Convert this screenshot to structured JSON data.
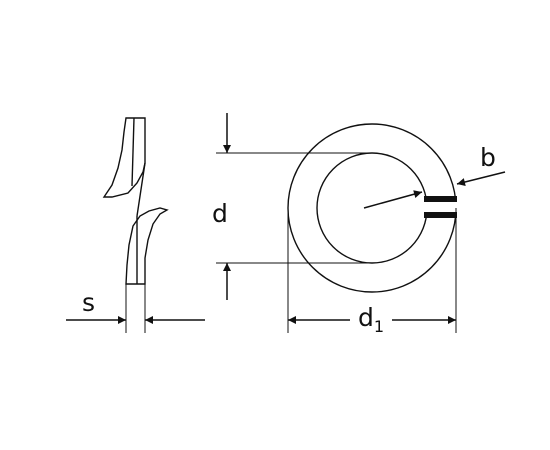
{
  "labels": {
    "s": "s",
    "d": "d",
    "d1_main": "d",
    "d1_sub": "1",
    "b": "b"
  },
  "colors": {
    "line": "#111111",
    "background": "#ffffff",
    "gap_fill": "#111111"
  },
  "icons": {
    "side_view": "spring-washer-side-view",
    "front_view": "spring-washer-front-view",
    "arrow": "arrowhead"
  }
}
